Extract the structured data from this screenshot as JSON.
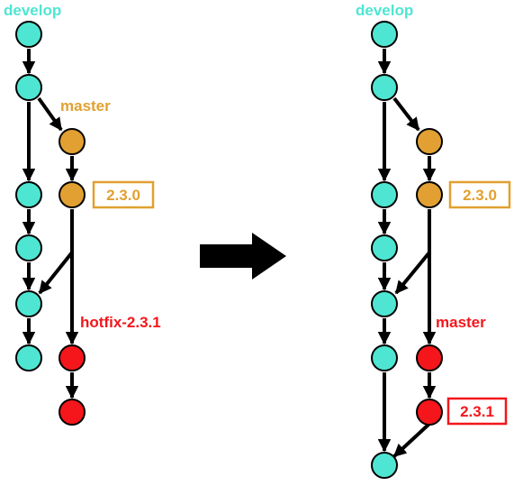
{
  "colors": {
    "develop": "#4EE6D2",
    "master": "#E1A031",
    "hotfix": "#F4161B",
    "stroke": "#000000",
    "background": "#FFFFFF"
  },
  "left": {
    "develop_label": "develop",
    "master_label": "master",
    "tag_label": "2.3.0",
    "hotfix_label": "hotfix-2.3.1"
  },
  "right": {
    "develop_label": "develop",
    "master_label": "master",
    "tag_230_label": "2.3.0",
    "tag_231_label": "2.3.1"
  },
  "arrow_icon": "right-arrow-icon"
}
